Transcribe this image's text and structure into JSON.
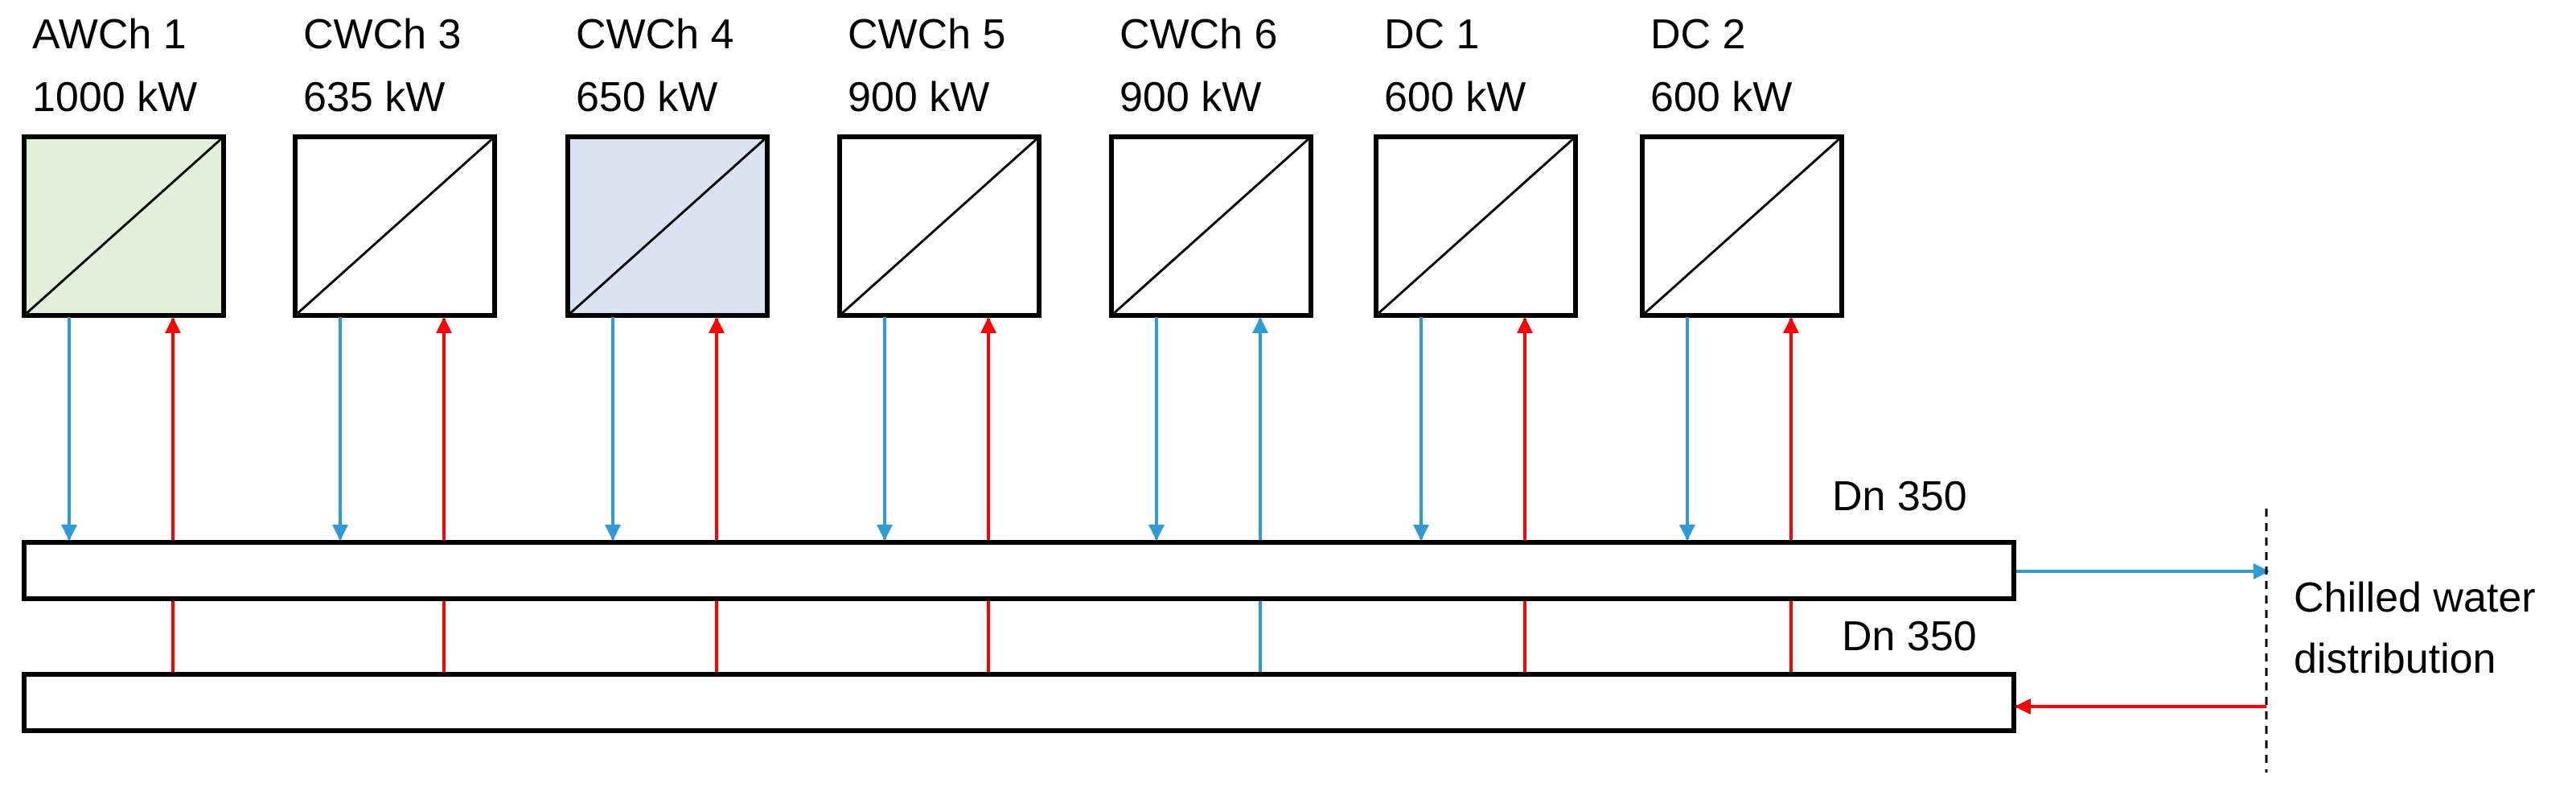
{
  "units": [
    {
      "name": "AWCh 1",
      "power": "1000 kW",
      "fill": "#e2efd9",
      "supply_color": "#2e9bd6",
      "return_color": "#ff0000"
    },
    {
      "name": "CWCh 3",
      "power": "635 kW",
      "fill": "#ffffff",
      "supply_color": "#2e9bd6",
      "return_color": "#ff0000"
    },
    {
      "name": "CWCh 4",
      "power": "650 kW",
      "fill": "#dae3f3",
      "supply_color": "#2e9bd6",
      "return_color": "#ff0000"
    },
    {
      "name": "CWCh 5",
      "power": "900 kW",
      "fill": "#ffffff",
      "supply_color": "#2e9bd6",
      "return_color": "#ff0000"
    },
    {
      "name": "CWCh 6",
      "power": "900 kW",
      "fill": "#ffffff",
      "supply_color": "#2e9bd6",
      "return_color": "#2e9bd6"
    },
    {
      "name": "DC 1",
      "power": "600 kW",
      "fill": "#ffffff",
      "supply_color": "#2e9bd6",
      "return_color": "#ff0000"
    },
    {
      "name": "DC 2",
      "power": "600 kW",
      "fill": "#ffffff",
      "supply_color": "#2e9bd6",
      "return_color": "#ff0000"
    }
  ],
  "supply_header": {
    "label": "Dn 350"
  },
  "return_header": {
    "label": "Dn 350"
  },
  "distribution": {
    "line1": "Chilled water",
    "line2": "distribution"
  },
  "colors": {
    "supply": "#2e9bd6",
    "return": "#ff0000",
    "outline": "#000000"
  }
}
